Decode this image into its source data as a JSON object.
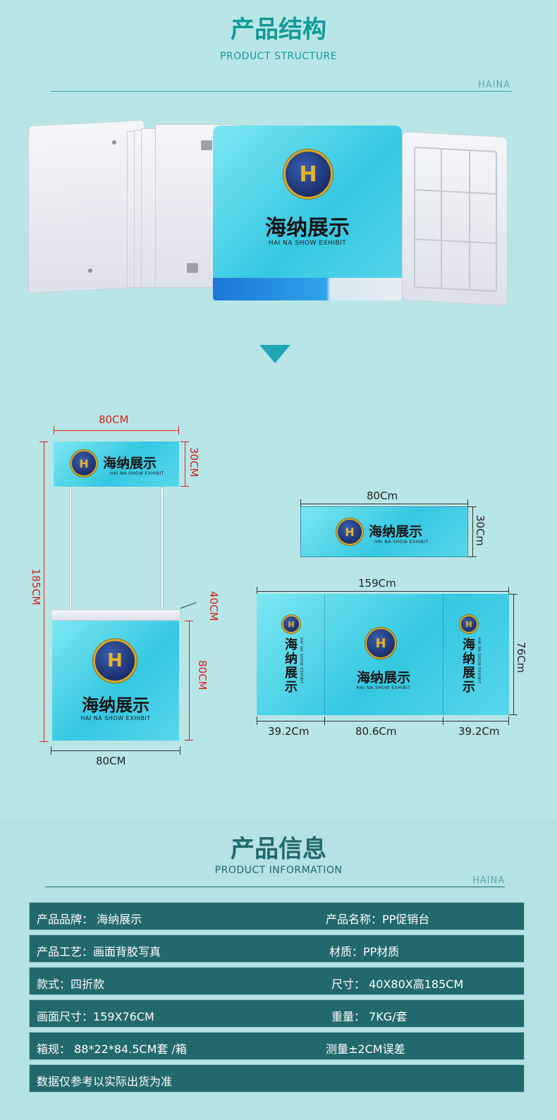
{
  "structure": {
    "title": "产品结构",
    "subtitle": "PRODUCT STRUCTURE",
    "tag": "HAINA"
  },
  "brand": {
    "name_cn": "海纳展示",
    "name_en": "HAI NA SHOW EXHIBIT",
    "logo_mark": "H"
  },
  "diagram": {
    "left": {
      "width_top": "80CM",
      "header_height": "30CM",
      "total_height": "185CM",
      "depth": "40CM",
      "counter_height": "80CM",
      "width_bottom": "80CM"
    },
    "header_panel": {
      "width": "80Cm",
      "height": "30Cm"
    },
    "wrap_panel": {
      "width": "159Cm",
      "height": "76Cm",
      "seg_left": "39.2Cm",
      "seg_mid": "80.6Cm",
      "seg_right": "39.2Cm"
    }
  },
  "info": {
    "title": "产品信息",
    "subtitle": "PRODUCT INFORMATION",
    "tag": "HAINA",
    "rows": [
      {
        "left": "产品品牌：  海纳展示",
        "right": "产品名称：PP促销台"
      },
      {
        "left": "产品工艺：画面背胶写真",
        "right": "材质：PP材质"
      },
      {
        "left": "款式：四折款",
        "right": "尺寸：  40X80X高185CM"
      },
      {
        "left": "画面尺寸：159X76CM",
        "right": "重量：  7KG/套"
      },
      {
        "left": "箱规：  88*22*84.5CM套 /箱",
        "right": "测量±2CM误差"
      },
      {
        "left": "数据仅参考以实际出货为准",
        "right": ""
      }
    ]
  },
  "colors": {
    "background": "#b8e6e6",
    "accent": "#129b97",
    "row_bg": "#22696b",
    "dimension_red": "#d61f1f"
  }
}
